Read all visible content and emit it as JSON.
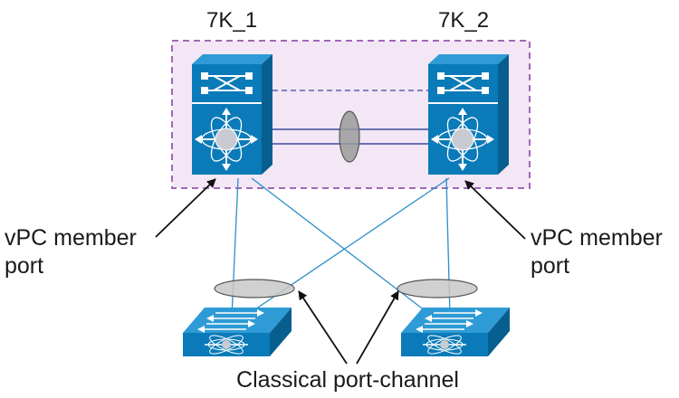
{
  "switches": {
    "left_name": "7K_1",
    "right_name": "7K_2"
  },
  "callouts": {
    "left_line1": "vPC member",
    "left_line2": "port",
    "right_line1": "vPC member",
    "right_line2": "port",
    "bottom": "Classical port-channel"
  },
  "colors": {
    "switch_face": "#0a7ab8",
    "switch_dark": "#075e8f",
    "switch_top": "#2e9bd6",
    "link": "#2a8ec9",
    "peer_link": "#3a4a9a",
    "vpc_domain_fill": "#f3e6f5",
    "vpc_domain_border": "#a067b8",
    "bundle_ellipse": "#c8c8c8"
  },
  "icons": {
    "core_switch": "nexus-7000-switch-icon",
    "access_switch": "layer2-access-switch-icon"
  }
}
